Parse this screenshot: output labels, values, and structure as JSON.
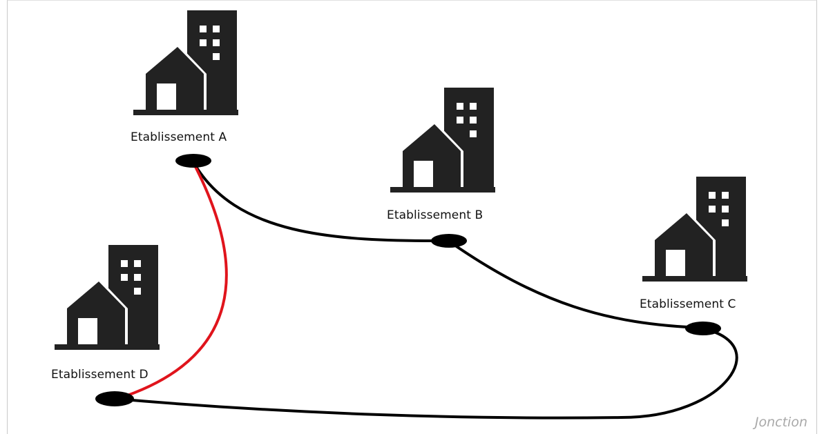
{
  "diagram": {
    "caption": "Jonction",
    "sites": [
      {
        "id": "A",
        "label": "Etablissement A",
        "icon": "building-icon"
      },
      {
        "id": "B",
        "label": "Etablissement B",
        "icon": "building-icon"
      },
      {
        "id": "C",
        "label": "Etablissement C",
        "icon": "building-icon"
      },
      {
        "id": "D",
        "label": "Etablissement D",
        "icon": "building-icon"
      }
    ],
    "links": [
      {
        "from": "A",
        "to": "B",
        "color": "#000000"
      },
      {
        "from": "B",
        "to": "C",
        "color": "#000000"
      },
      {
        "from": "C",
        "to": "D",
        "color": "#000000"
      },
      {
        "from": "A",
        "to": "D",
        "color": "#e0141c"
      }
    ],
    "colors": {
      "building": "#222222",
      "node": "#000000",
      "highlight_link": "#e0141c",
      "caption": "#a9a9a9"
    }
  }
}
